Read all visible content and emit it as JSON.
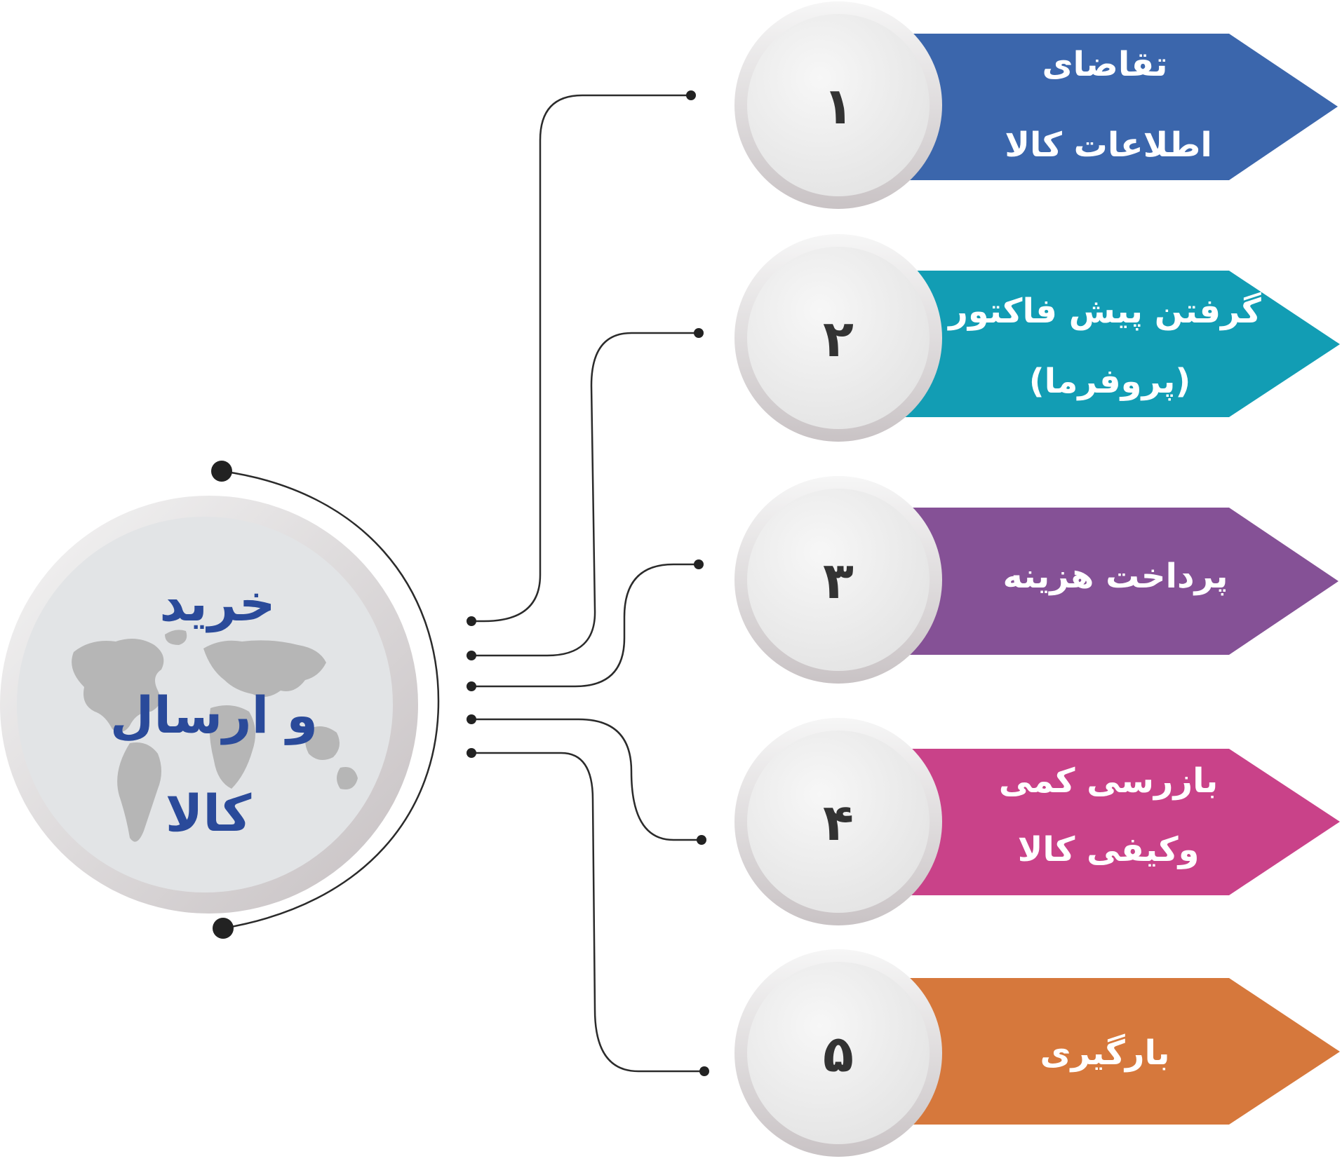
{
  "hub": {
    "lines": [
      "خرید",
      "و ارسال",
      "کالا"
    ],
    "text_color": "#2a4a9a",
    "map_icon": "world-map-icon"
  },
  "steps": [
    {
      "number": "۱",
      "lines": [
        "تقاضای",
        "اطلاعات کالا"
      ],
      "color": "#3b66ac"
    },
    {
      "number": "۲",
      "lines": [
        "گرفتن پیش فاکتور",
        "(پروفرما)"
      ],
      "color": "#129db4"
    },
    {
      "number": "۳",
      "lines": [
        "پرداخت هزینه"
      ],
      "color": "#855196"
    },
    {
      "number": "۴",
      "lines": [
        "بازرسی کمی",
        "وکیفی کالا"
      ],
      "color": "#c94289"
    },
    {
      "number": "۵",
      "lines": [
        "بارگیری"
      ],
      "color": "#d6783c"
    }
  ]
}
